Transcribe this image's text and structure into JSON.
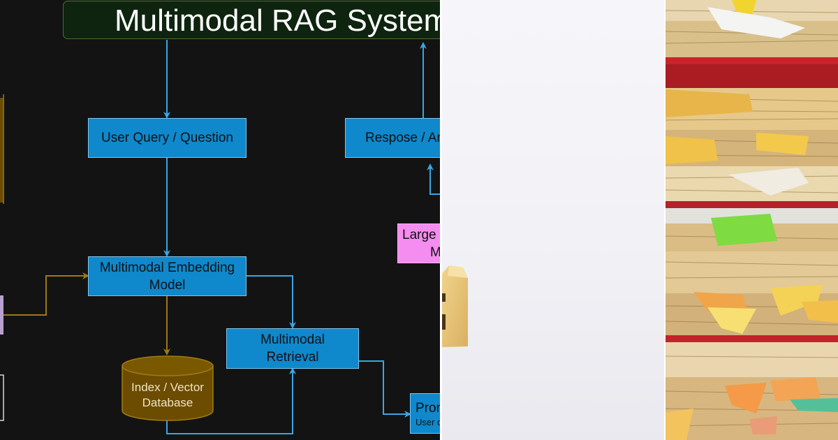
{
  "diagram": {
    "title": "Multimodal RAG System",
    "nodes": {
      "user_query": "User Query / Question",
      "response": "Respose / Answer",
      "embedding_model_line1": "Multimodal Embedding",
      "embedding_model_line2": "Model",
      "retrieval_line1": "Multimodal",
      "retrieval_line2": "Retrieval",
      "vector_db_line1": "Index / Vector",
      "vector_db_line2": "Database",
      "llm_line1": "Large",
      "llm_line2": "Mo",
      "prompt_line1": "Prom",
      "prompt_line2": "User q"
    }
  },
  "colors": {
    "diagram_background": "#131313",
    "blue_node": "#0f88cc",
    "flow_arrow_blue": "#3aa6e3",
    "flow_arrow_gold": "#9c7a18",
    "database_fill": "#6b4c00",
    "title_background": "#0f240f",
    "llm_node": "#f58cf0"
  }
}
